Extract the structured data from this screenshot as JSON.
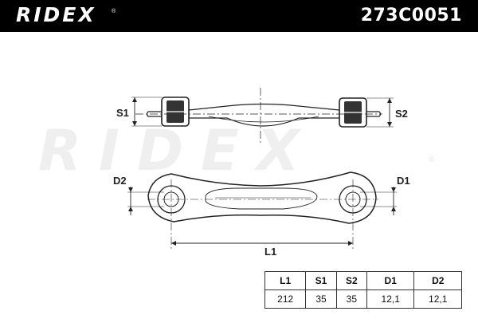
{
  "brand": "RIDEX",
  "brand_mark": "®",
  "part_number": "273C0051",
  "watermark": "RIDEX",
  "watermark_mark": "®",
  "dimensions": {
    "s1": "S1",
    "s2": "S2",
    "d1": "D1",
    "d2": "D2",
    "l1": "L1"
  },
  "spec_table": {
    "headers": [
      "L1",
      "S1",
      "S2",
      "D1",
      "D2"
    ],
    "values": [
      "212",
      "35",
      "35",
      "12,1",
      "12,1"
    ]
  }
}
